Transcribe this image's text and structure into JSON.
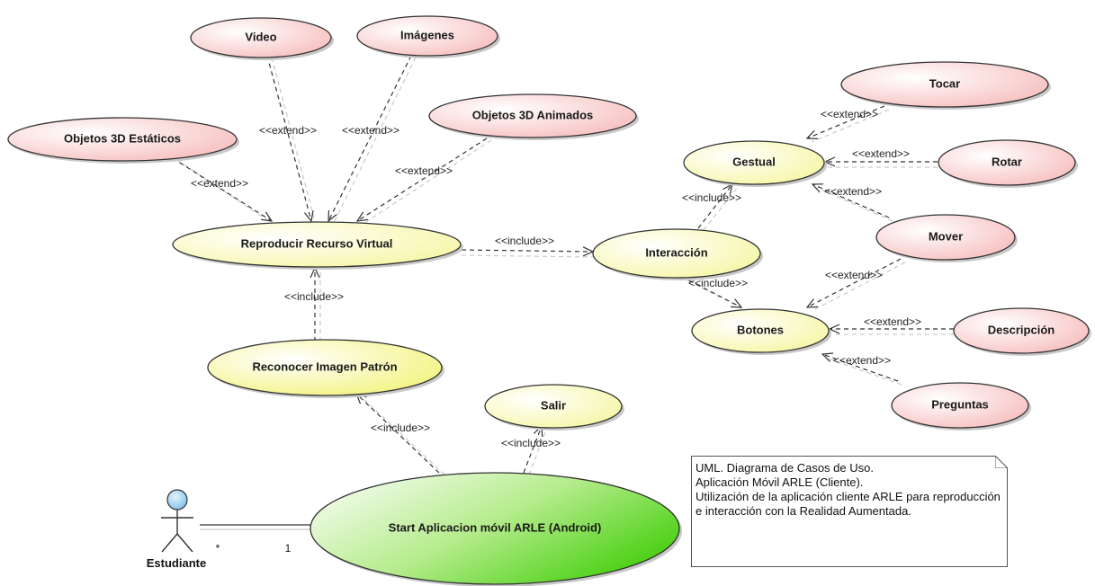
{
  "use_cases": {
    "video": "Video",
    "imagenes": "Imágenes",
    "objetos_animados": "Objetos 3D Animados",
    "objetos_estaticos": "Objetos 3D Estáticos",
    "reproducir": "Reproducir Recurso Virtual",
    "interaccion": "Interacción",
    "gestual": "Gestual",
    "tocar": "Tocar",
    "rotar": "Rotar",
    "mover": "Mover",
    "botones": "Botones",
    "descripcion": "Descripción",
    "preguntas": "Preguntas",
    "reconocer": "Reconocer Imagen Patrón",
    "salir": "Salir",
    "start": "Start Aplicacion móvil ARLE (Android)"
  },
  "relations": {
    "extend": "<<extend>>",
    "include": "<<include>>"
  },
  "actor": {
    "name": "Estudiante",
    "multiplicity_actor": "*",
    "multiplicity_usecase": "1"
  },
  "note": {
    "text": "UML. Diagrama de Casos de Uso.\nAplicación Móvil ARLE (Cliente).\nUtilización de la aplicación cliente ARLE para reproducción e interacción con la Realidad Aumentada."
  },
  "colors": {
    "pink_fill": "#f9c9c9",
    "yellow_fill": "#fbfbc0",
    "green_fill": "#5fd62e",
    "actor_head": "#9fd0f0"
  }
}
